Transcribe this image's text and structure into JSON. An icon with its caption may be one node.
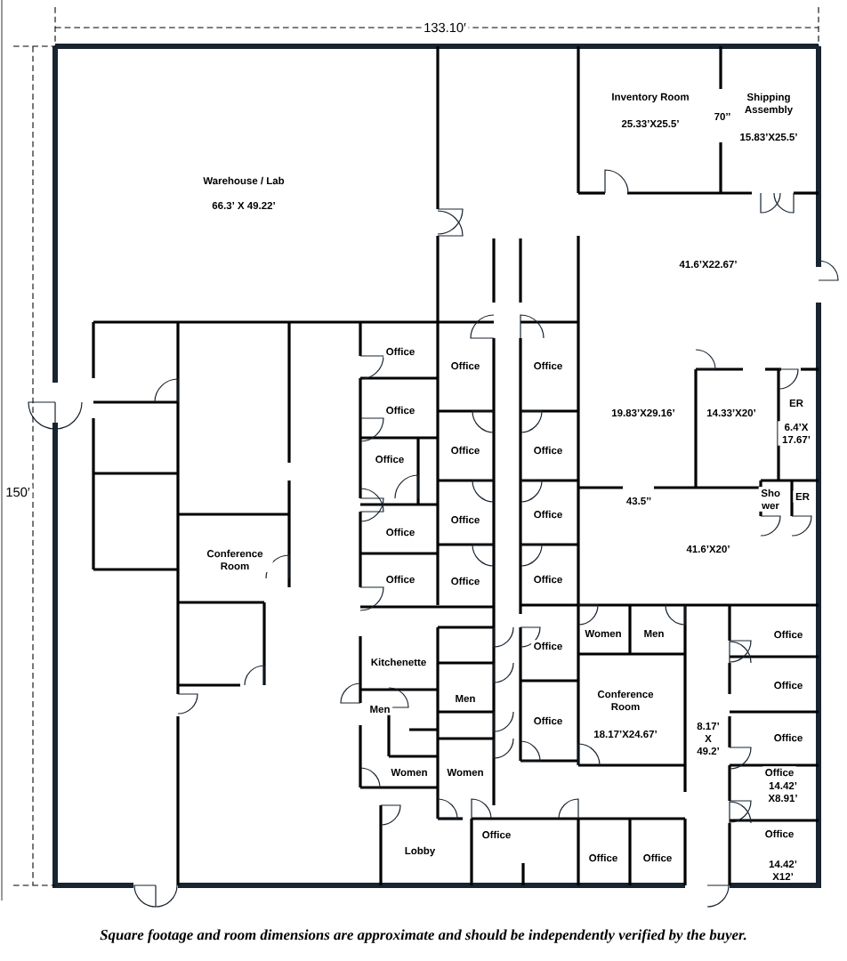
{
  "diagram": {
    "caption": "Square footage and room dimensions are approximate and should be independently verified by the buyer.",
    "labels": [
      "133.10′",
      "Inventory Room",
      "Shipping Assembly",
      "25.33’X25.5’",
      "70’’",
      "15.83’X25.5’",
      "Warehouse / Lab",
      "66.3’ X 49.22’",
      "41.6’X22.67’",
      "Office",
      "Office",
      "Office",
      "ER",
      "Office",
      "19.83’X29.16’",
      "14.33’X20’",
      "6.4’X 17.67’",
      "Office",
      "Office",
      "Office",
      "150′",
      "43.5’’",
      "Sho wer",
      "ER",
      "Office",
      "Office",
      "Office",
      "41.6’X20’",
      "Conference Room",
      "Office",
      "Office",
      "Office",
      "Women",
      "Men",
      "Office",
      "Office",
      "Kitchenette",
      "Office",
      "Conference Room",
      "18.17’X24.67’",
      "Men",
      "Men",
      "Office",
      "Office",
      "8.17’ X 49.2’",
      "Office",
      "14.42’ X8.91’",
      "Women",
      "Women",
      "Office",
      "Office",
      "Lobby",
      "Office",
      "Office",
      "14.42’ X12’"
    ]
  }
}
